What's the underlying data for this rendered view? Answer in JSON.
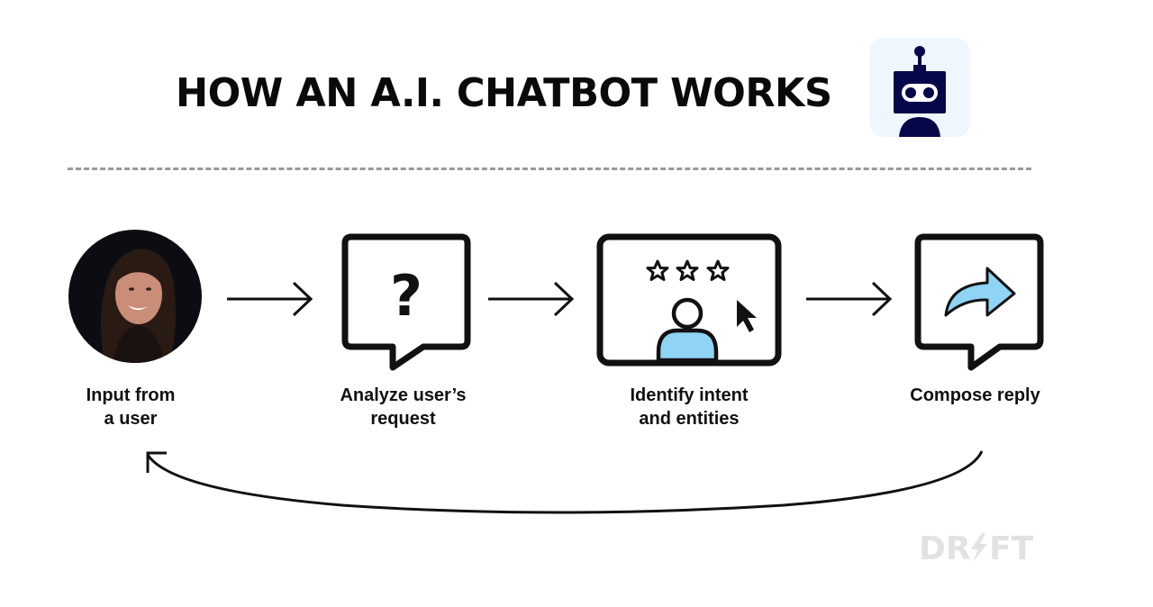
{
  "title": "HOW AN A.I. CHATBOT WORKS",
  "logo": {
    "icon": "robot-icon",
    "bg_color": "#eef7fd",
    "robot_color": "#06064a"
  },
  "divider": {
    "style": "dashed",
    "color": "#9a9a9a"
  },
  "steps": [
    {
      "label_line1": "Input from",
      "label_line2": "a user",
      "icon": "user-photo-avatar"
    },
    {
      "label_line1": "Analyze user’s",
      "label_line2": "request",
      "icon": "question-speech-bubble-icon"
    },
    {
      "label_line1": "Identify intent",
      "label_line2": "and entities",
      "icon": "screen-rating-user-cursor-icon"
    },
    {
      "label_line1": "Compose reply",
      "label_line2": "",
      "icon": "reply-arrow-speech-bubble-icon"
    }
  ],
  "connectors": [
    "arrow-right",
    "arrow-right",
    "arrow-right"
  ],
  "loop_back": {
    "from": "Compose reply",
    "to": "Input from a user"
  },
  "accent_color": "#8fd3f5",
  "brand": {
    "text_left": "DR",
    "text_right": "FT",
    "color": "#e2e2e2"
  }
}
